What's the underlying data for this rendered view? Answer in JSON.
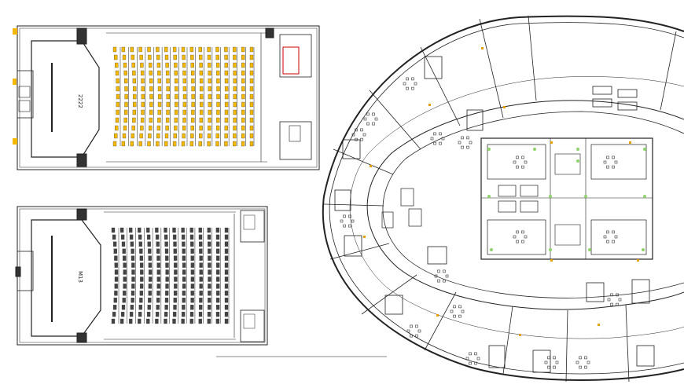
{
  "drawing": {
    "top_hall": {
      "stage_label": "2222",
      "rows": 17,
      "seats_per_row": 13,
      "seat_color": "#f5b800"
    },
    "bottom_hall": {
      "stage_label": "M13",
      "rows": 14,
      "seats_per_row": 14,
      "seat_color": "#444444"
    },
    "ring_building": {
      "accent_color": "#e8a000",
      "node_color": "#8fd36b"
    }
  }
}
